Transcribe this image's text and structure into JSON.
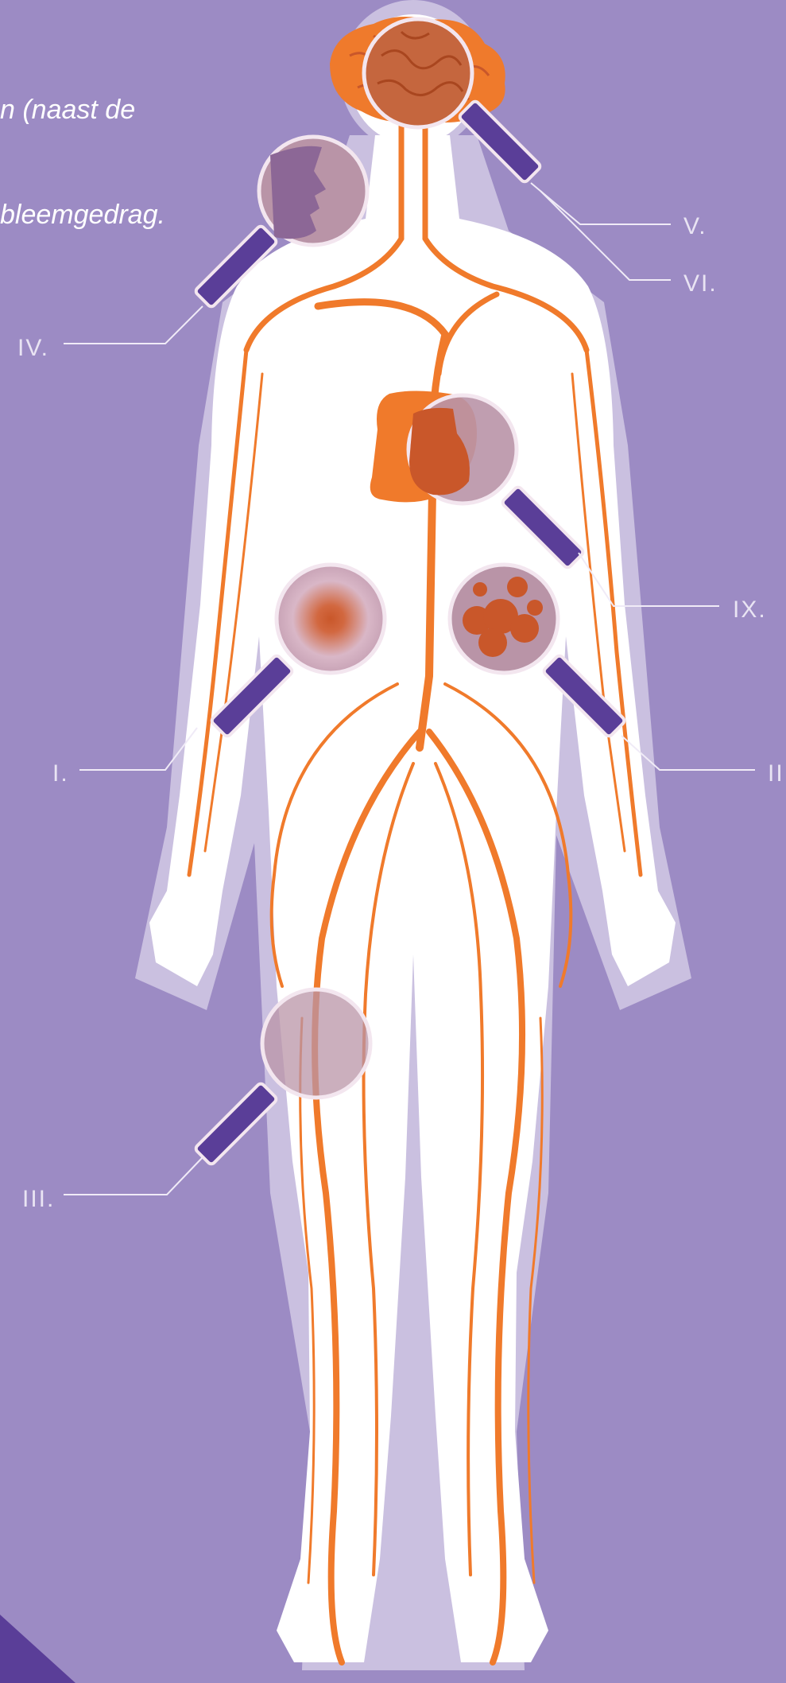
{
  "intro_text": {
    "line1": "n (naast de",
    "line2": "bleemgedrag."
  },
  "labels": {
    "I": "I.",
    "II": "II.",
    "III": "III.",
    "IV": "IV.",
    "V": "V.",
    "VI": "VI.",
    "IX": "IX."
  },
  "colors": {
    "background": "#9c8bc4",
    "body": "#ffffff",
    "vessel": "#f07a2b",
    "organ": "#c9572a",
    "lens_tint": "#b994a7",
    "handle": "#5a3e98",
    "label": "#e9e4f3"
  },
  "icons": {
    "brain": "brain-icon",
    "face": "face-profile-icon",
    "heart": "heart-icon",
    "magnifier": "magnifying-glass-icon"
  }
}
